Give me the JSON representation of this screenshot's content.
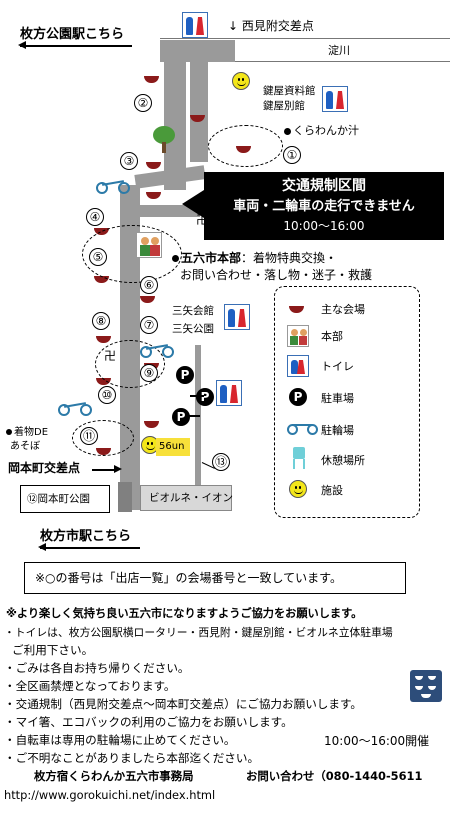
{
  "header": {
    "park_station": "枚方公園駅こちら",
    "nishimitsuke": "↓ 西見附交差点",
    "river": "淀川",
    "kagiya": "鍵屋資料館",
    "kagiya_bekkan": "鍵屋別館",
    "kurawanka": "くらわんか汁"
  },
  "restriction": {
    "title": "交通規制区間",
    "line1": "車両・二輪車の走行できません",
    "hours": "10:00～16:00"
  },
  "hq": {
    "title": "五六市本部",
    "desc1": "：着物特典交換・",
    "desc2": "お問い合わせ・落し物・迷子・救護"
  },
  "places": {
    "sanyakaikan": "三矢会館",
    "sanyakouen": "三矢公園",
    "kimono": "着物DE",
    "asobe": "あそぼ",
    "okamotocho": "岡本町交差点",
    "okamotopark": "⑫岡本町公園",
    "biorune": "ビオルネ・イオン",
    "shop": "56un",
    "city_station": "枚方市駅こちら"
  },
  "venue_numbers": [
    "①",
    "②",
    "③",
    "④",
    "⑤",
    "⑥",
    "⑦",
    "⑧",
    "⑨",
    "⑩",
    "⑪",
    "⑬"
  ],
  "temple_mark": "卍",
  "parking_symbol": "P",
  "legend": {
    "items": [
      {
        "icon": "venue-icon",
        "label": "主な会場"
      },
      {
        "icon": "hq-icon",
        "label": "本部"
      },
      {
        "icon": "toilet-icon",
        "label": "トイレ"
      },
      {
        "icon": "parking-icon",
        "label": "駐車場"
      },
      {
        "icon": "bicycle-icon",
        "label": "駐輪場"
      },
      {
        "icon": "rest-area-icon",
        "label": "休憩場所"
      },
      {
        "icon": "facility-icon",
        "label": "施設"
      }
    ]
  },
  "notice": "※○の番号は「出店一覧」の会場番号と一致しています。",
  "notes": {
    "lead": "※より楽しく気持ち良い五六市になりますようご協力をお願いします。",
    "l1": "・トイレは、枚方公園駅横ロータリー・西見附・鍵屋別館・ビオルネ立体駐車場",
    "l1b": "ご利用下さい。",
    "l2": "・ごみは各自お持ち帰りください。",
    "l3": "・全区画禁煙となっております。",
    "l4": "・交通規制（西見附交差点～岡本町交差点）にご協力お願いします。",
    "l5": "・マイ箸、エコバックの利用のご協力をお願いします。",
    "l6": "・自転車は専用の駐輪場に止めてください。",
    "l7": "・ご不明なことがありましたら本部迄ください。",
    "hours": "10:00～16:00開催",
    "office": "枚方宿くらわんか五六市事務局",
    "contact": "お問い合わせ（080-1440-5611",
    "url": "http://www.gorokuichi.net/index.html"
  },
  "colors": {
    "venue": "#8b1a1a",
    "road": "#9a9a9a",
    "restriction_bg": "#000000",
    "toilet_male": "#1e5fc2",
    "toilet_female": "#d8262e",
    "smile": "#f3e61a"
  }
}
